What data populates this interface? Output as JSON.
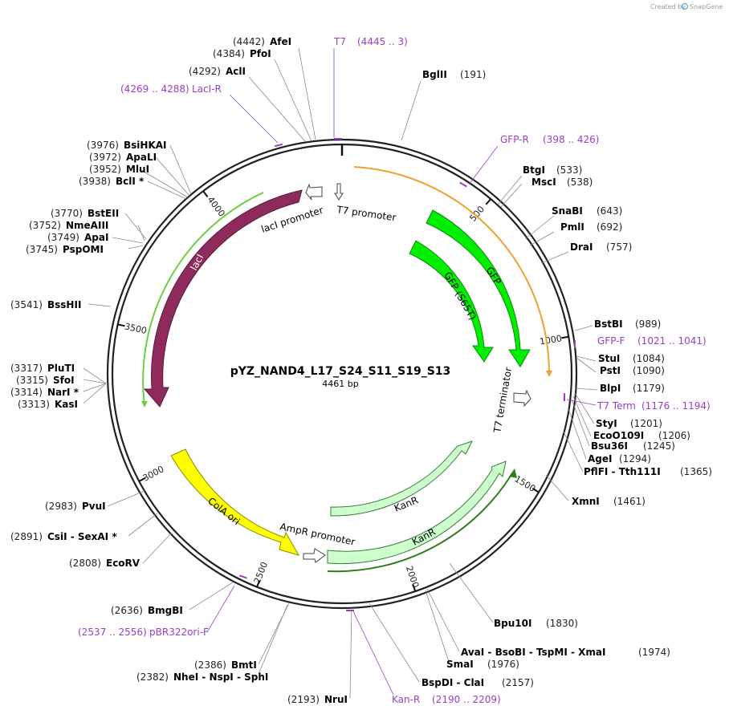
{
  "credit": {
    "prefix": "Created by",
    "brand": "SnapGene"
  },
  "plasmid": {
    "name": "pYZ_NAND4_L17_S24_S11_S19_S13",
    "length": "4461 bp"
  },
  "ticks": [
    {
      "label": "500",
      "bp": 500
    },
    {
      "label": "1000",
      "bp": 1000
    },
    {
      "label": "1500",
      "bp": 1500
    },
    {
      "label": "2000",
      "bp": 2000
    },
    {
      "label": "2500",
      "bp": 2500
    },
    {
      "label": "3000",
      "bp": 3000
    },
    {
      "label": "3500",
      "bp": 3500
    },
    {
      "label": "4000",
      "bp": 4000
    }
  ],
  "sites": [
    {
      "pos": "(4442)",
      "name": "AfeI",
      "bp": 4442
    },
    {
      "pos": "(4384)",
      "name": "PfoI",
      "bp": 4384
    },
    {
      "pos": "(4292)",
      "name": "AclI",
      "bp": 4292
    },
    {
      "pos": "(191)",
      "name": "BglII",
      "bp": 191
    },
    {
      "pos": "(533)",
      "name": "BtgI",
      "bp": 533
    },
    {
      "pos": "(538)",
      "name": "MscI",
      "bp": 538
    },
    {
      "pos": "(643)",
      "name": "SnaBI",
      "bp": 643
    },
    {
      "pos": "(692)",
      "name": "PmlI",
      "bp": 692
    },
    {
      "pos": "(757)",
      "name": "DraI",
      "bp": 757
    },
    {
      "pos": "(989)",
      "name": "BstBI",
      "bp": 989
    },
    {
      "pos": "(1084)",
      "name": "StuI",
      "bp": 1084
    },
    {
      "pos": "(1090)",
      "name": "PstI",
      "bp": 1090
    },
    {
      "pos": "(1179)",
      "name": "BlpI",
      "bp": 1179
    },
    {
      "pos": "(1201)",
      "name": "StyI",
      "bp": 1201
    },
    {
      "pos": "(1206)",
      "name": "EcoO109I",
      "bp": 1206
    },
    {
      "pos": "(1245)",
      "name": "Bsu36I",
      "bp": 1245
    },
    {
      "pos": "(1294)",
      "name": "AgeI",
      "bp": 1294
    },
    {
      "pos": "(1365)",
      "name": "PflFI - Tth111I",
      "bp": 1365
    },
    {
      "pos": "(1461)",
      "name": "XmnI",
      "bp": 1461
    },
    {
      "pos": "(1830)",
      "name": "Bpu10I",
      "bp": 1830
    },
    {
      "pos": "(1974)",
      "name": "AvaI - BsoBI - TspMI - XmaI",
      "bp": 1974
    },
    {
      "pos": "(1976)",
      "name": "SmaI",
      "bp": 1976
    },
    {
      "pos": "(2157)",
      "name": "BspDI - ClaI",
      "bp": 2157
    },
    {
      "pos": "(2193)",
      "name": "NruI",
      "bp": 2193
    },
    {
      "pos": "(2382)",
      "name": "NheI - NspI - SphI",
      "bp": 2382
    },
    {
      "pos": "(2386)",
      "name": "BmtI",
      "bp": 2386
    },
    {
      "pos": "(2636)",
      "name": "BmgBI",
      "bp": 2636
    },
    {
      "pos": "(2808)",
      "name": "EcoRV",
      "bp": 2808
    },
    {
      "pos": "(2891)",
      "name": "CsiI - SexAI *",
      "bp": 2891
    },
    {
      "pos": "(2983)",
      "name": "PvuI",
      "bp": 2983
    },
    {
      "pos": "(3313)",
      "name": "KasI",
      "bp": 3313
    },
    {
      "pos": "(3314)",
      "name": "NarI *",
      "bp": 3314
    },
    {
      "pos": "(3315)",
      "name": "SfoI",
      "bp": 3315
    },
    {
      "pos": "(3317)",
      "name": "PluTI",
      "bp": 3317
    },
    {
      "pos": "(3541)",
      "name": "BssHII",
      "bp": 3541
    },
    {
      "pos": "(3745)",
      "name": "PspOMI",
      "bp": 3745
    },
    {
      "pos": "(3749)",
      "name": "ApaI",
      "bp": 3749
    },
    {
      "pos": "(3752)",
      "name": "NmeAIII",
      "bp": 3752
    },
    {
      "pos": "(3770)",
      "name": "BstEII",
      "bp": 3770
    },
    {
      "pos": "(3938)",
      "name": "BclI *",
      "bp": 3938
    },
    {
      "pos": "(3952)",
      "name": "MluI",
      "bp": 3952
    },
    {
      "pos": "(3972)",
      "name": "ApaLI",
      "bp": 3972
    },
    {
      "pos": "(3976)",
      "name": "BsiHKAI",
      "bp": 3976
    }
  ],
  "primers": [
    {
      "name": "T7",
      "range": "(4445 .. 3)"
    },
    {
      "name": "LacI-R",
      "range": "(4269 .. 4288)"
    },
    {
      "name": "GFP-R",
      "range": "(398 .. 426)"
    },
    {
      "name": "GFP-F",
      "range": "(1021 .. 1041)"
    },
    {
      "name": "T7 Term",
      "range": "(1176 .. 1194)"
    },
    {
      "name": "Kan-R",
      "range": "(2190 .. 2209)"
    },
    {
      "name": "pBR322ori-F",
      "range": "(2537 .. 2556)"
    }
  ],
  "features": [
    {
      "name": "lacI",
      "color": "#8e2a5c"
    },
    {
      "name": "lacI promoter",
      "color": "#ffffff"
    },
    {
      "name": "T7 promoter",
      "color": "#ffffff"
    },
    {
      "name": "GFP",
      "color": "#00ee00"
    },
    {
      "name": "GFP (S65T)",
      "color": "#00ee00"
    },
    {
      "name": "T7 terminator",
      "color": "#ffffff"
    },
    {
      "name": "KanR",
      "color": "#ccffcc"
    },
    {
      "name": "KanR",
      "color": "#ccffcc"
    },
    {
      "name": "AmpR promoter",
      "color": "#ffffff"
    },
    {
      "name": "ColA ori",
      "color": "#ffff00"
    }
  ],
  "colors": {
    "primer": "#9b3dc8",
    "orf_orange": "#f0a030",
    "orf_green": "#6ad040",
    "backbone": "#222222"
  }
}
